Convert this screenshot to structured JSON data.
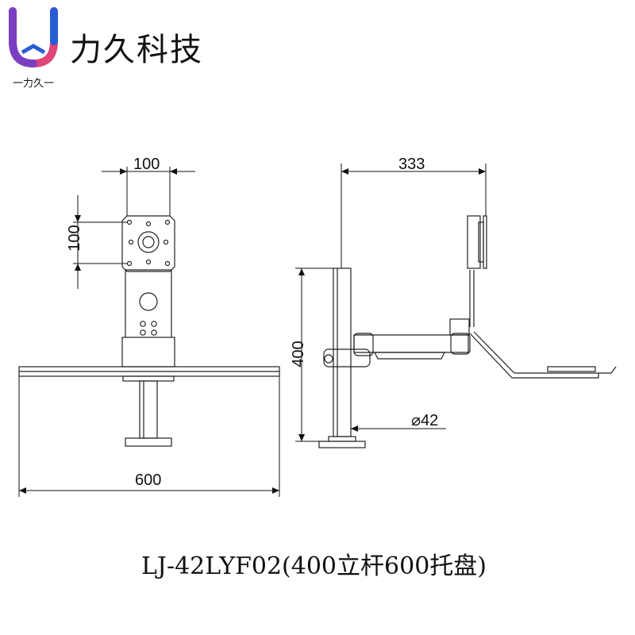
{
  "brand": {
    "name": "力久科技",
    "subtitle": "一力久一",
    "colors": {
      "blue": "#2a5bd7",
      "pink": "#e0457b",
      "purple": "#7a3fc0"
    }
  },
  "diagram": {
    "front_view": {
      "width_dim": "100",
      "height_dim": "100",
      "tray_dim": "600"
    },
    "side_view": {
      "reach_dim": "333",
      "pole_height_dim": "400",
      "pole_diameter_dim": "⌀42"
    }
  },
  "caption": "LJ-42LYF02(400立杆600托盘)"
}
